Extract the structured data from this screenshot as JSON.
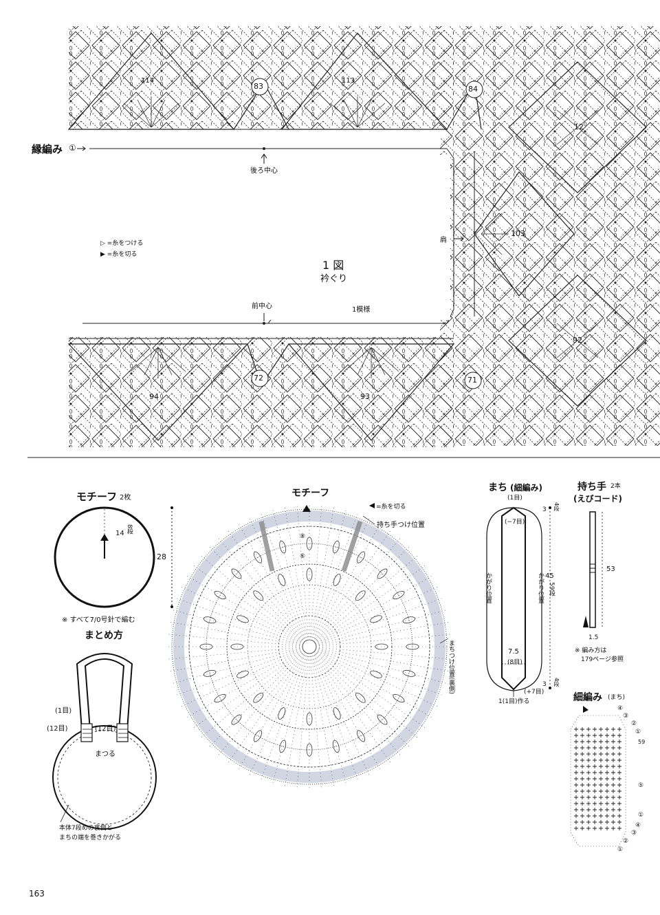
{
  "page_number": "163",
  "figure1": {
    "edge_label": "縁編み",
    "edge_round": "①",
    "back_center": "後ろ中心",
    "front_center": "前中心",
    "one_pattern": "1模様",
    "shoulder": "肩",
    "title_num": "1 図",
    "title": "衿ぐり",
    "legend_attach": "▷ =糸をつける",
    "legend_cut": "▶ =糸を切る",
    "motif_numbers": [
      "114",
      "83",
      "113",
      "84",
      "12",
      "103",
      "92",
      "94",
      "72",
      "93",
      "71"
    ]
  },
  "motif_small": {
    "title": "モチーフ",
    "count": "2枚",
    "radius": "14",
    "rows": "8段",
    "height": "28",
    "note": "※ すべて7/0号針で編む"
  },
  "assembly": {
    "title": "まとめ方",
    "row1": "(1目)",
    "row12a": "(12目)",
    "row12b": "(12目)",
    "sew": "まつる",
    "note1": "本体7段めの裏側と",
    "note2": "まちの端を巻きかがる"
  },
  "motif_chart": {
    "title": "モチーフ",
    "cut_label": "=糸を切る",
    "handle_pos": "持ち手つけ位置",
    "gusset_pos": "まちつけ位置(裏側)",
    "r8": "⑧",
    "r6": "⑥"
  },
  "gusset": {
    "title": "まち",
    "subtitle": "(細編み)",
    "top": "(1目)",
    "minus7": "(−7目)",
    "rows3": "3",
    "rows4": "4段",
    "side_left": "かがり位置",
    "side_right": "かがり位置",
    "len45": "45",
    "len59": "59段",
    "w75": "7.5",
    "w8": "(8目)",
    "plus7": "(+7目)",
    "start": "1(1目)作る",
    "rows3b": "3",
    "rows4b": "4段"
  },
  "handle": {
    "title": "持ち手",
    "count": "2本",
    "subtitle": "(えびコード)",
    "len": "53",
    "w": "1.5",
    "note1": "※ 編み方は",
    "note2": "179ページ参照"
  },
  "sc_chart": {
    "title": "細編み",
    "subtitle": "(まち)",
    "r4": "④",
    "r3": "③",
    "r2": "②",
    "r1": "①",
    "r59": "59",
    "r5": "⑤",
    "r1b": "①",
    "r4b": "④",
    "r3b": "③",
    "r2b": "②",
    "r1c": "①"
  }
}
